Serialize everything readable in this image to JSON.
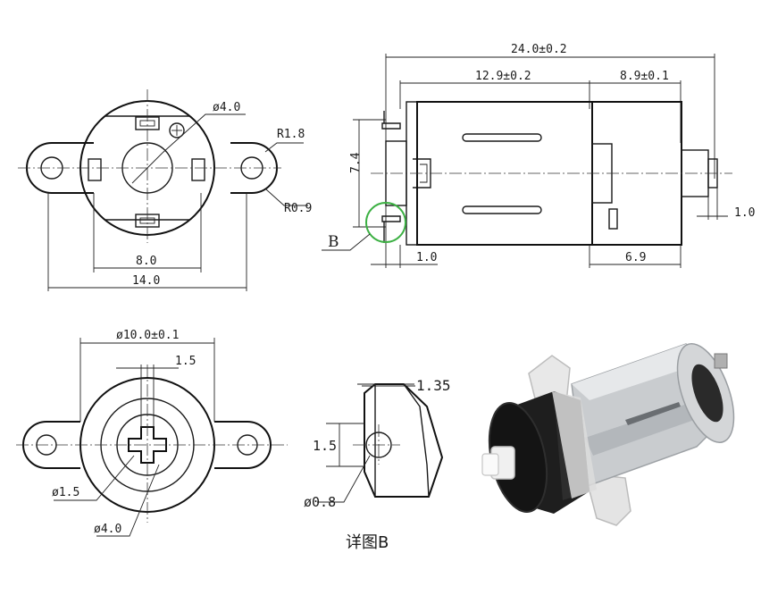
{
  "dimensions": {
    "total_length": "24.0±0.2",
    "body_length": "12.9±0.2",
    "gear_length": "8.9±0.1",
    "shaft_dia": "ø4.0",
    "ear_radius": "R1.8",
    "ear_small_radius": "R0.9",
    "height": "7.4",
    "shaft_len": "1.0",
    "terminal_width": "1.0",
    "shaft_offset": "6.9",
    "hole_spacing": "8.0",
    "flange_width": "14.0",
    "gear_dia": "ø10.0±0.1",
    "cross_width": "1.5",
    "pin_dia": "ø1.5",
    "hub_dia": "ø4.0",
    "detail_top": "1.35",
    "detail_height": "1.5",
    "detail_hole": "ø0.8"
  },
  "labels": {
    "detail_marker": "B",
    "detail_caption": "详图B"
  },
  "colors": {
    "detail_circle": "#3cb043",
    "motor_metal": "#c9cccf",
    "gear_housing": "#1e1e1e",
    "flange": "#e6e6e6"
  }
}
